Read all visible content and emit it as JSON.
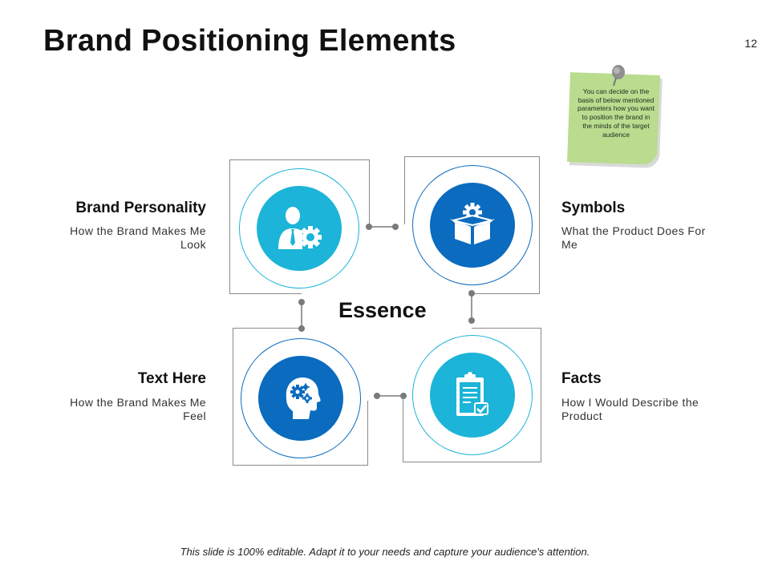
{
  "slide": {
    "title": "Brand Positioning Elements",
    "page_number": "12",
    "footer": "This slide is 100% editable. Adapt it to your needs and capture your audience's attention."
  },
  "note": {
    "text": "You can decide on the basis of below mentioned parameters how you want to position the brand in the minds of the target audience"
  },
  "center": {
    "label": "Essence"
  },
  "elements": [
    {
      "heading": "Brand Personality",
      "text": "How the Brand Makes Me Look",
      "icon": "businessman-gear-icon"
    },
    {
      "heading": "Symbols",
      "text": "What the Product Does For Me",
      "icon": "box-gear-icon"
    },
    {
      "heading": "Text Here",
      "text": "How the Brand Makes Me Feel",
      "icon": "head-gears-icon"
    },
    {
      "heading": "Facts",
      "text": "How I Would Describe the Product",
      "icon": "clipboard-check-icon"
    }
  ],
  "colors": {
    "light_blue": "#1cb4d8",
    "dark_blue": "#0a6bbf",
    "note_green": "#b9dc8f"
  }
}
